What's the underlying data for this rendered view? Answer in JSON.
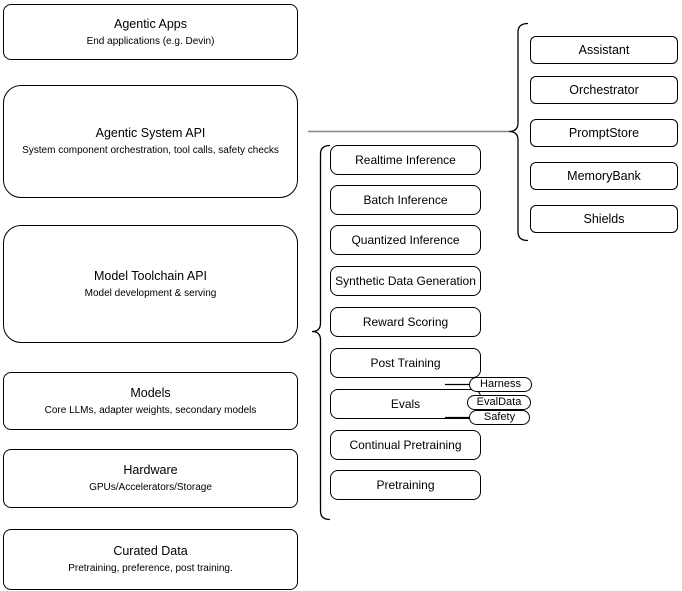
{
  "left_column": {
    "boxes": [
      {
        "title": "Agentic Apps",
        "subtitle": "End applications (e.g. Devin)"
      },
      {
        "title": "Agentic System API",
        "subtitle": "System component orchestration, tool calls, safety checks"
      },
      {
        "title": "Model Toolchain API",
        "subtitle": "Model development & serving"
      },
      {
        "title": "Models",
        "subtitle": "Core LLMs, adapter weights, secondary models"
      },
      {
        "title": "Hardware",
        "subtitle": "GPUs/Accelerators/Storage"
      },
      {
        "title": "Curated Data",
        "subtitle": "Pretraining, preference, post training."
      }
    ]
  },
  "toolchain": {
    "items": [
      "Realtime Inference",
      "Batch Inference",
      "Quantized Inference",
      "Synthetic Data Generation",
      "Reward Scoring",
      "Post Training",
      "Evals",
      "Continual Pretraining",
      "Pretraining"
    ]
  },
  "evals_sub": [
    "Harness",
    "EvalData",
    "Safety"
  ],
  "system_components": [
    "Assistant",
    "Orchestrator",
    "PromptStore",
    "MemoryBank",
    "Shields"
  ],
  "colors": {
    "stroke": "#000000",
    "connector_line": "#858585",
    "background": "#ffffff",
    "box_fill": "#ffffff"
  }
}
